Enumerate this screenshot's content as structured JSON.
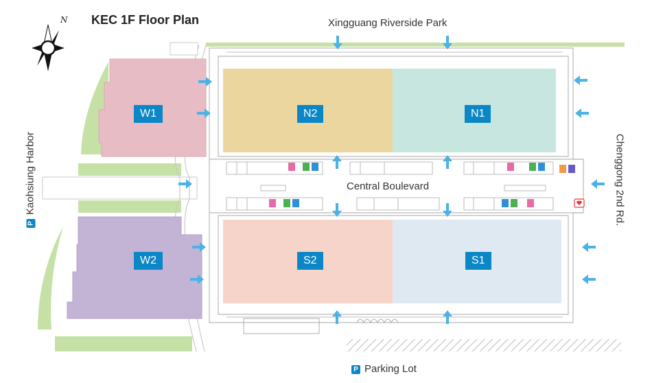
{
  "title": "KEC 1F Floor Plan",
  "compass": {
    "north_label": "N"
  },
  "labels": {
    "top": "Xingguang Riverside Park",
    "left": "Kaohsiung Harbor",
    "right": "Chenggong 2nd Rd.",
    "bottom": "Parking Lot",
    "center": "Central Boulevard",
    "parking_badge": "P"
  },
  "halls": [
    {
      "id": "w1",
      "label": "W1",
      "color": "#e8bcc4"
    },
    {
      "id": "w2",
      "label": "W2",
      "color": "#c3b4d6"
    },
    {
      "id": "n2",
      "label": "N2",
      "color": "#ebd6a0"
    },
    {
      "id": "n1",
      "label": "N1",
      "color": "#c7e6e0"
    },
    {
      "id": "s2",
      "label": "S2",
      "color": "#f7d4ca"
    },
    {
      "id": "s1",
      "label": "S1",
      "color": "#dfe9f2"
    }
  ],
  "colors": {
    "hall_badge": "#0b86c6",
    "entrance_arrow": "#4ab2e6",
    "green_space": "#c5e1a5",
    "building_outline": "#b9b9b9"
  },
  "icons": [
    "compass-icon",
    "entrance-arrow-icon",
    "restroom-icon",
    "accessible-icon",
    "nursing-room-icon",
    "aed-icon",
    "parking-icon"
  ]
}
